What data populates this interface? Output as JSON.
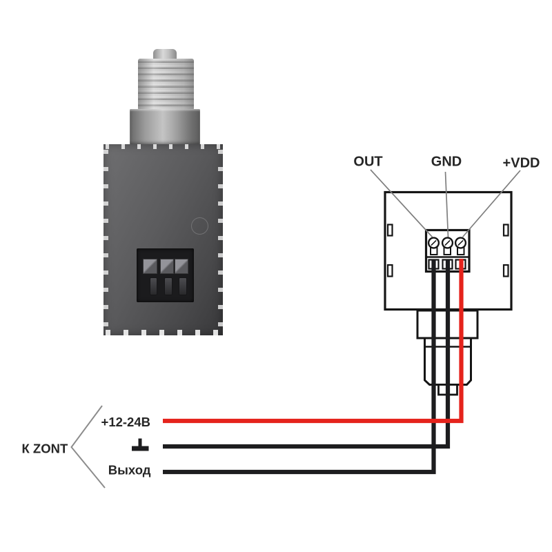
{
  "diagram": {
    "type": "sensor-wiring-diagram",
    "pin_labels": [
      {
        "id": "out",
        "label": "OUT"
      },
      {
        "id": "gnd",
        "label": "GND"
      },
      {
        "id": "vdd",
        "label": "+VDD"
      }
    ],
    "wire_labels": {
      "power": "+12-24В",
      "output": "Выход",
      "destination": "К ZONT"
    },
    "colors": {
      "wire_power": "#e5231c",
      "wire_signal": "#1d1d1f",
      "outline": "#151515",
      "leader_line": "#7e7e7e",
      "label_text": "#262626"
    }
  }
}
